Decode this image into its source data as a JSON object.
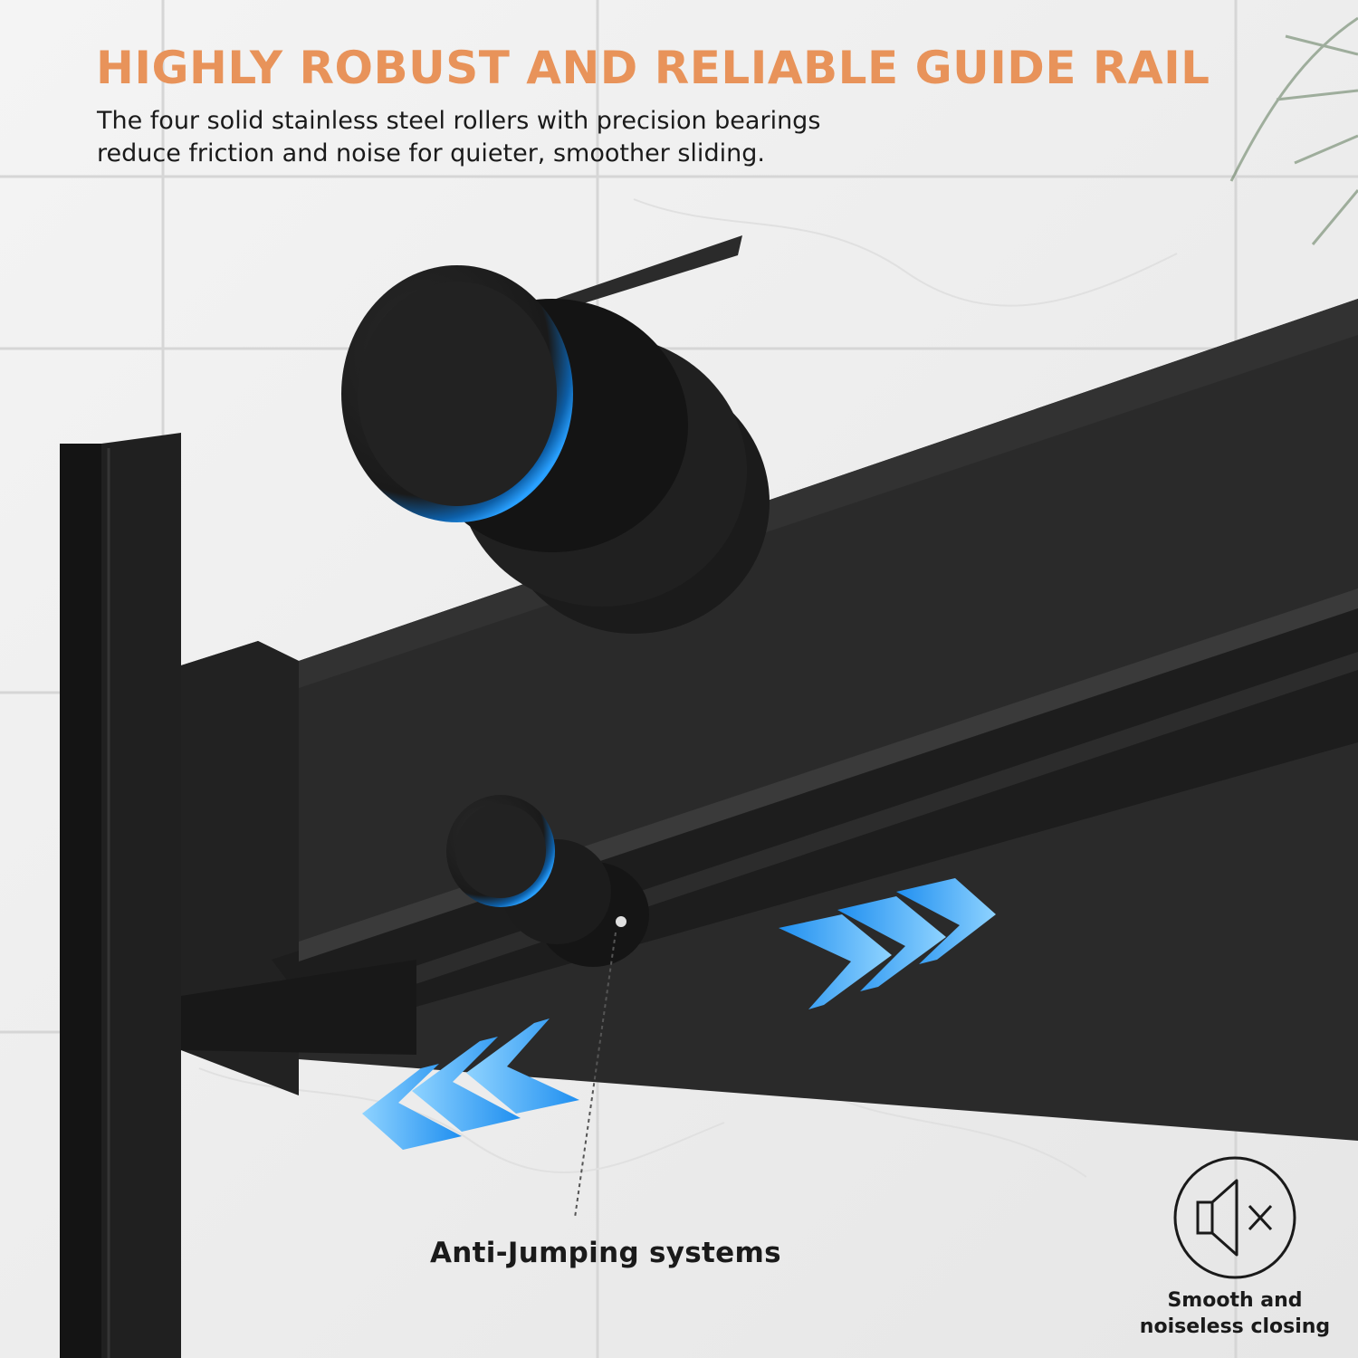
{
  "headline": {
    "text": "HIGHLY ROBUST AND RELIABLE GUIDE RAIL"
  },
  "description": {
    "line_1": "The four solid stainless steel rollers with precision bearings",
    "line_2": "reduce friction and noise for quieter, smoother sliding."
  },
  "callout": {
    "text": "Anti-Jumping systems"
  },
  "badge": {
    "icon": "speaker-muted-icon",
    "caption_line_1": "Smooth and",
    "caption_line_2": "noiseless closing"
  },
  "colors": {
    "headline": "#e8935a",
    "rail": "#2a2a2a",
    "rail_dark": "#161616",
    "glow_blue": "#1e88e5",
    "arrow_blue": "#2ea8f5",
    "tile_bg": "#efefef"
  }
}
